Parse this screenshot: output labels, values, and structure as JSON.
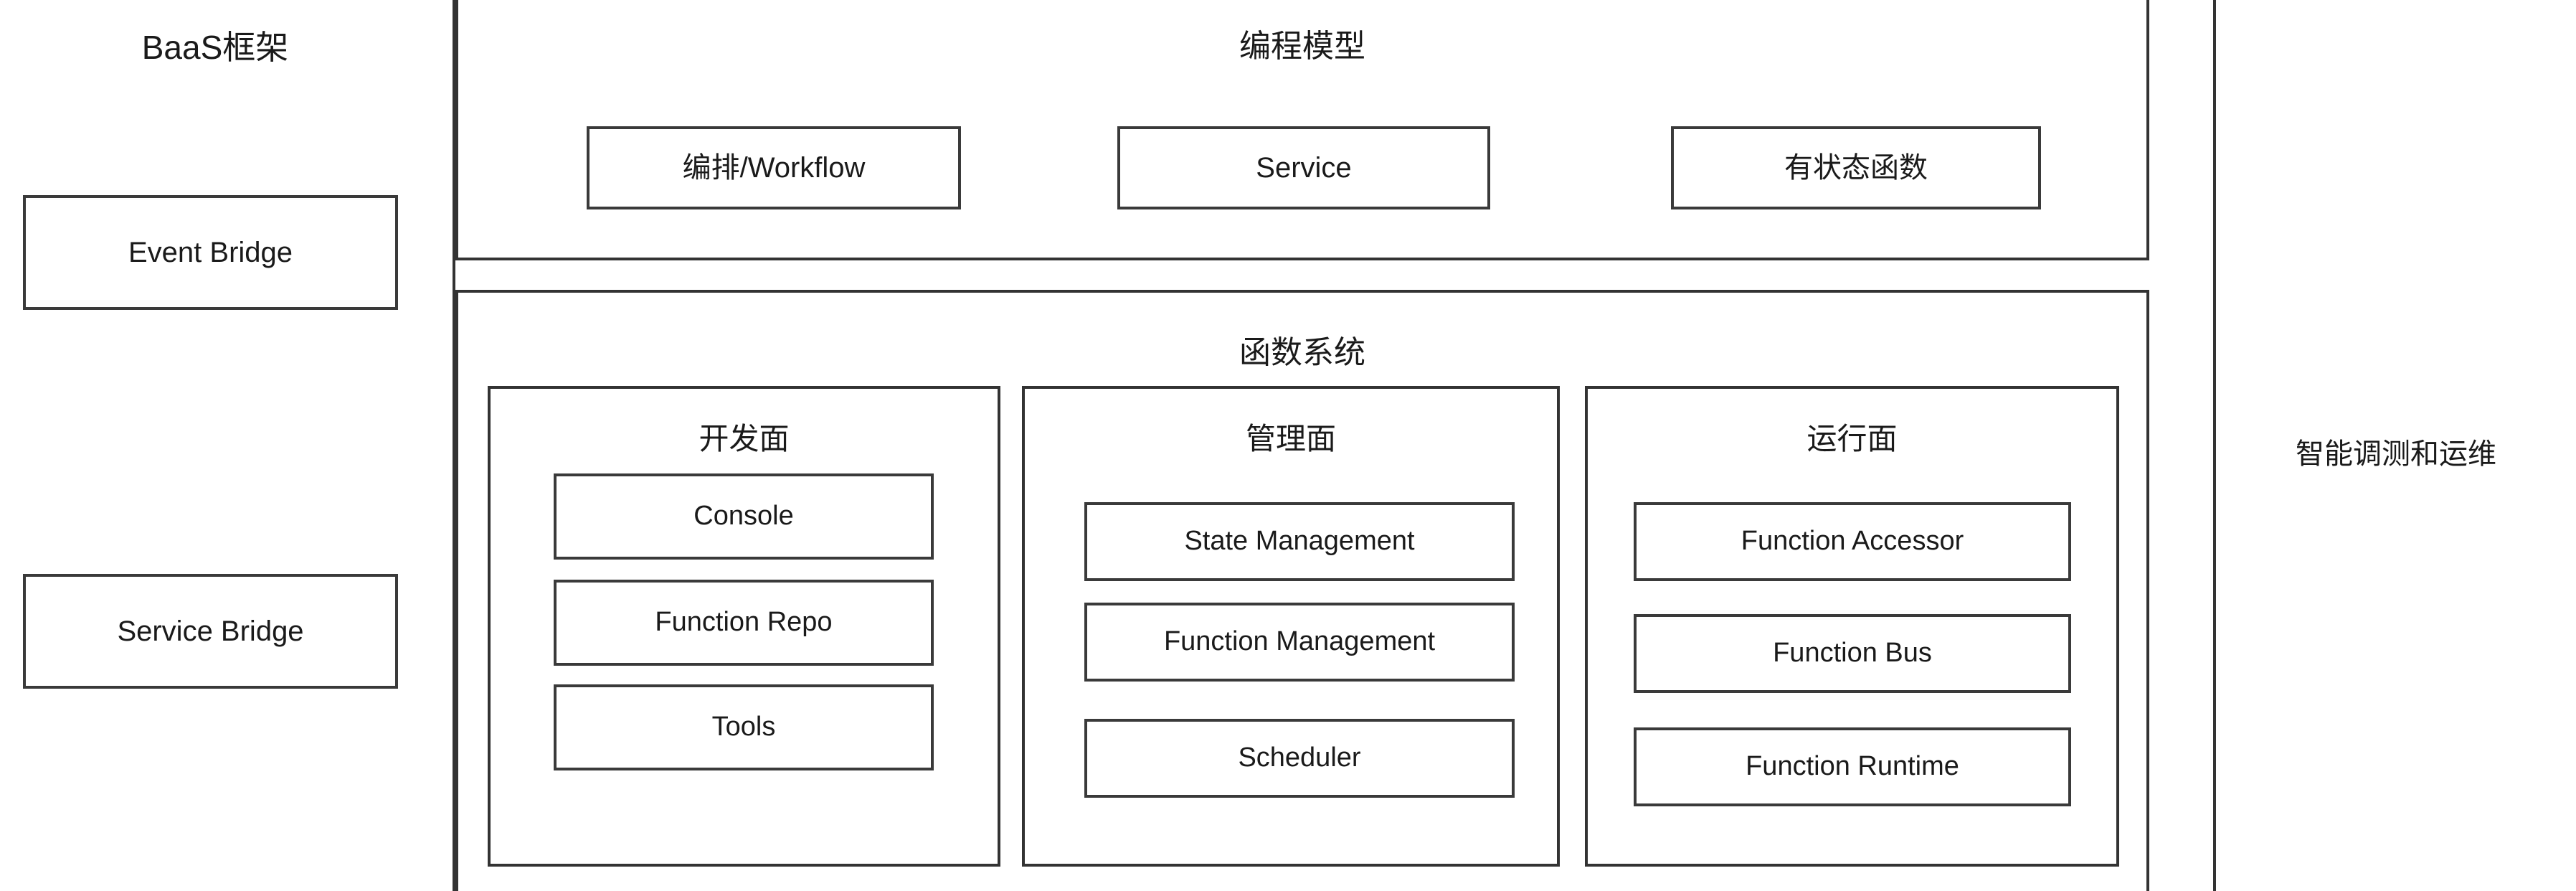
{
  "diagram": {
    "title_left": "BaaS框架",
    "title_right": "智能调测和运维"
  },
  "left_panel": {
    "title": "BaaS框架",
    "nodes": [
      {
        "label": "Event Bridge"
      },
      {
        "label": "Service Bridge"
      }
    ]
  },
  "programming_model": {
    "title": "编程模型",
    "nodes": [
      {
        "label": "编排/Workflow"
      },
      {
        "label": "Service"
      },
      {
        "label": "有状态函数"
      }
    ]
  },
  "function_system": {
    "title": "函数系统",
    "planes": [
      {
        "title": "开发面",
        "nodes": [
          {
            "label": "Console"
          },
          {
            "label": "Function Repo"
          },
          {
            "label": "Tools"
          }
        ]
      },
      {
        "title": "管理面",
        "nodes": [
          {
            "label": "State Management"
          },
          {
            "label": "Function Management"
          },
          {
            "label": "Scheduler"
          }
        ]
      },
      {
        "title": "运行面",
        "nodes": [
          {
            "label": "Function Accessor"
          },
          {
            "label": "Function Bus"
          },
          {
            "label": "Function Runtime"
          }
        ]
      }
    ]
  },
  "right_panel": {
    "title": "智能调测和运维"
  },
  "colors": {
    "line": "#333333",
    "node_line": "#3a3a3a",
    "background": "#ffffff",
    "text": "#1a1a1a"
  }
}
